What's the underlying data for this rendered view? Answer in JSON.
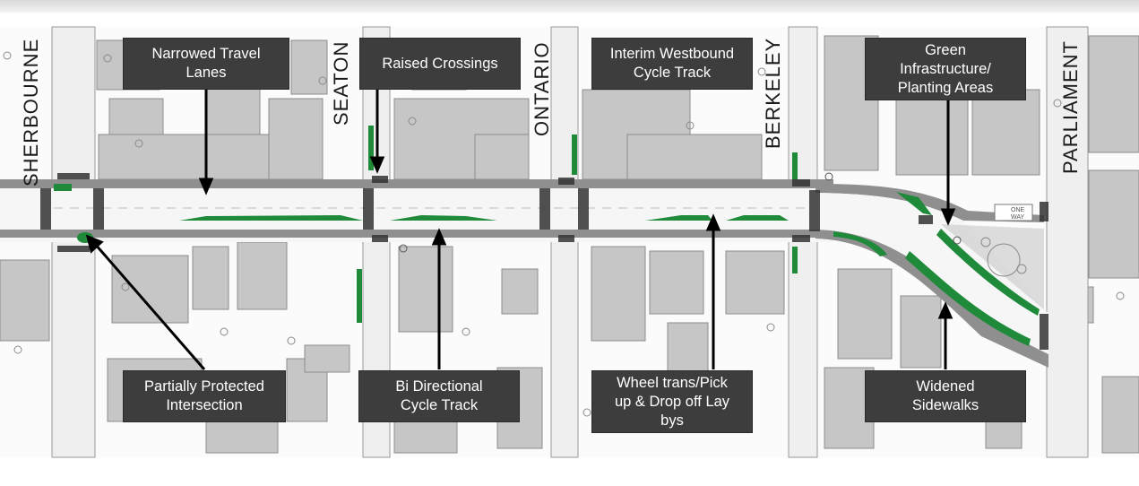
{
  "streets": {
    "sherbourne": "SHERBOURNE",
    "seaton": "SEATON",
    "ontario": "ONTARIO",
    "berkeley": "BERKELEY",
    "parliament": "PARLIAMENT"
  },
  "callouts": {
    "narrowed_lanes": "Narrowed Travel\nLanes",
    "raised_crossings": "Raised Crossings",
    "interim_westbound": "Interim Westbound\nCycle Track",
    "green_infrastructure": "Green\nInfrastructure/\nPlanting Areas",
    "partially_protected": "Partially Protected\nIntersection",
    "bi_directional": "Bi Directional\nCycle Track",
    "wheel_trans": "Wheel trans/Pick\nup & Drop off Lay\nbys",
    "widened_sidewalks": "Widened\nSidewalks"
  },
  "map_text": {
    "one_way": "ONE\nWAY"
  },
  "colors": {
    "building": "#c6c6c6",
    "building_outline": "#8c8c8c",
    "road_edge": "#7a7a7a",
    "green": "#1e8a3a",
    "callout_bg": "#3d3d3d"
  }
}
